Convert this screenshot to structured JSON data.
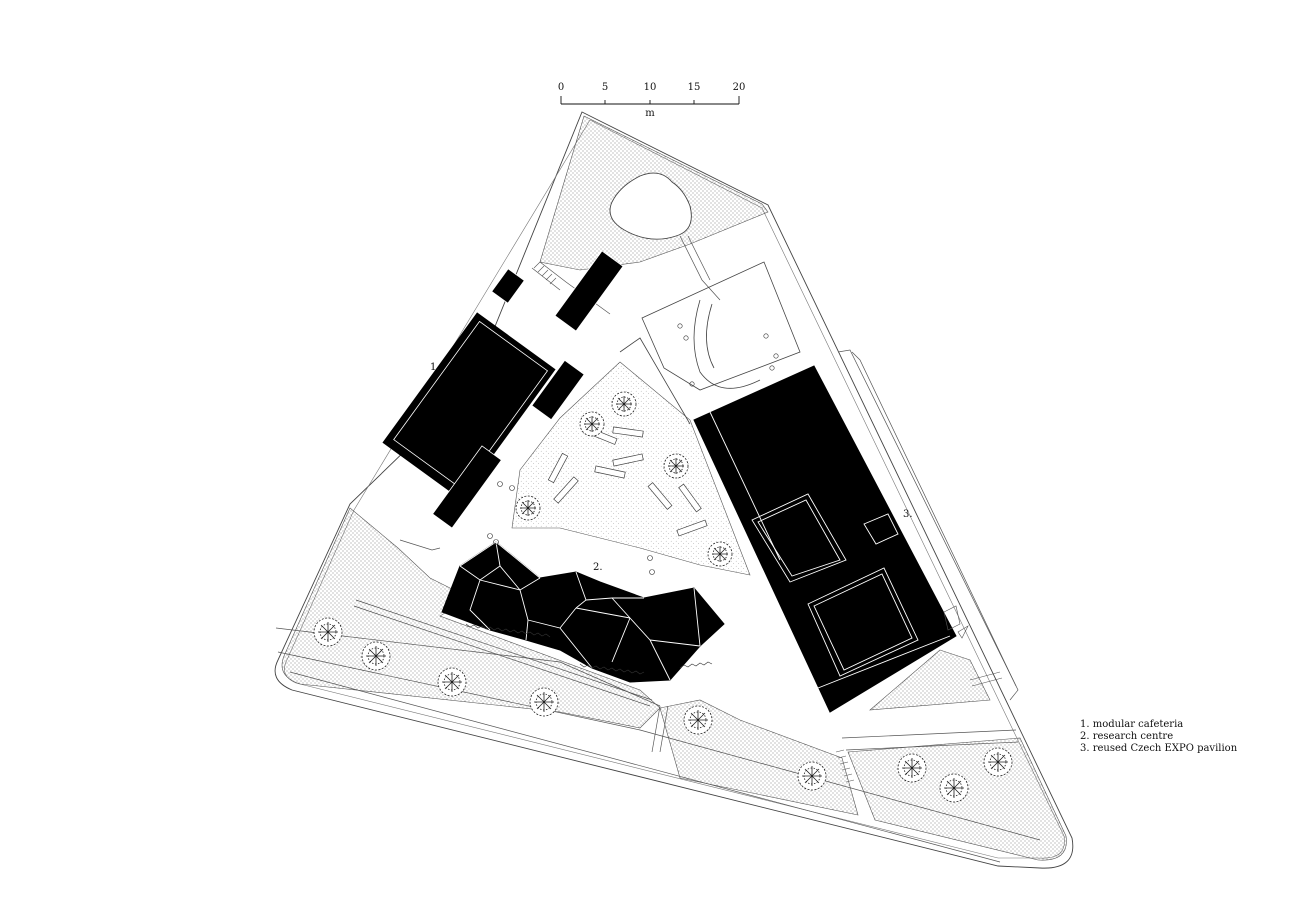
{
  "scale_bar": {
    "ticks": [
      "0",
      "5",
      "10",
      "15",
      "20"
    ],
    "unit": "m"
  },
  "callouts": {
    "building_1": "1.",
    "building_2": "2.",
    "building_3": "3."
  },
  "legend": {
    "items": [
      "1. modular cafeteria",
      "2. research centre",
      "3. reused Czech EXPO pavilion"
    ]
  },
  "colors": {
    "building_fill": "#000000",
    "line": "#333333",
    "background": "#ffffff"
  }
}
